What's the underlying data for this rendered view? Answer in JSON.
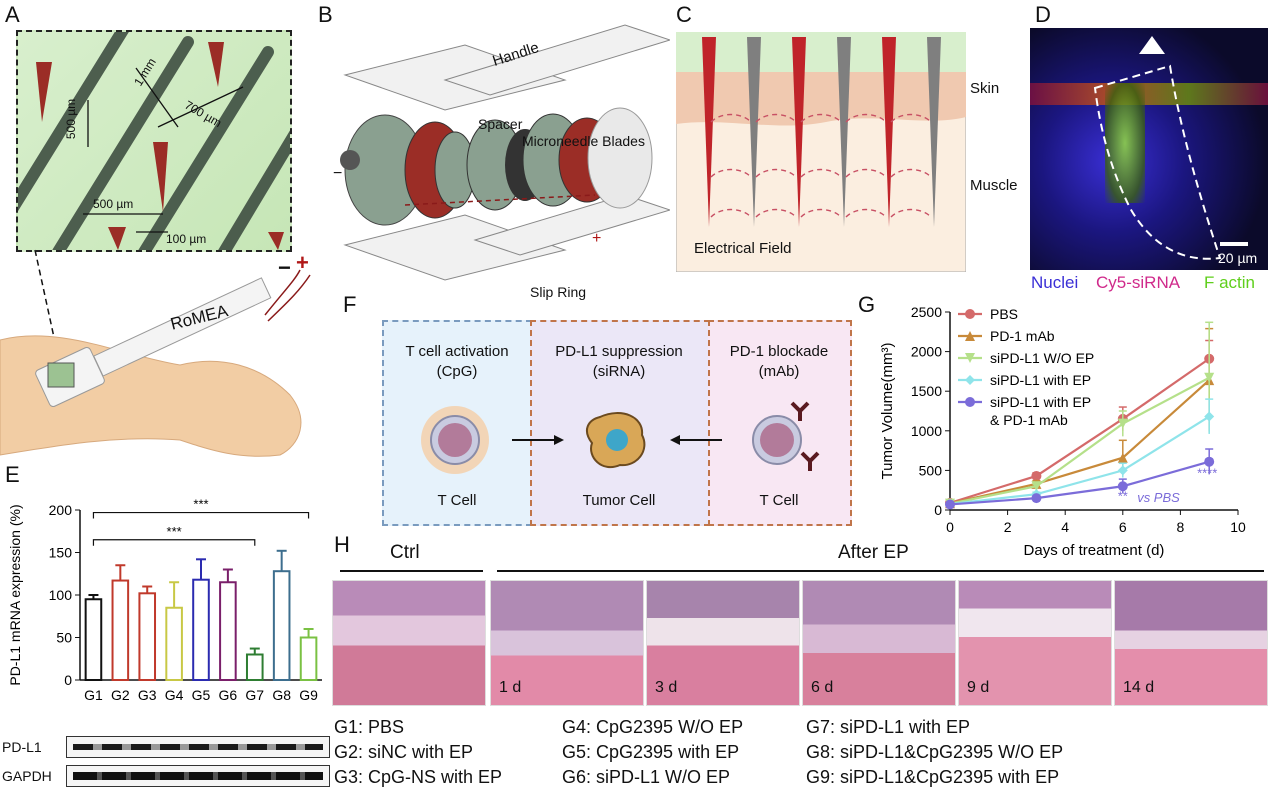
{
  "panels": {
    "A": "A",
    "B": "B",
    "C": "C",
    "D": "D",
    "E": "E",
    "F": "F",
    "G": "G",
    "H": "H"
  },
  "panelA": {
    "dims": [
      "1 mm",
      "500 µm",
      "700 µm",
      "500 µm",
      "100 µm"
    ],
    "device": "RoMEA",
    "minus": "−",
    "plus": "+"
  },
  "panelB": {
    "labels": [
      "Handle",
      "Spacer",
      "Microneedle Blades",
      "Slip Ring"
    ],
    "plus": "+",
    "minus": "−"
  },
  "panelC": {
    "skin": "Skin",
    "muscle": "Muscle",
    "field": "Electrical Field"
  },
  "panelD": {
    "scale": "20 µm",
    "legend": [
      {
        "text": "Nuclei",
        "color": "#3a2fd6"
      },
      {
        "text": "Cy5-siRNA",
        "color": "#d02a8b"
      },
      {
        "text": "F actin",
        "color": "#5fcf1c"
      }
    ]
  },
  "panelF": {
    "boxes": [
      {
        "title": "T cell activation\n(CpG)",
        "cell": "T Cell"
      },
      {
        "title": "PD-L1 suppression\n(siRNA)",
        "cell": "Tumor Cell"
      },
      {
        "title": "PD-1 blockade\n(mAb)",
        "cell": "T Cell"
      }
    ]
  },
  "panelH": {
    "ctrl": "Ctrl",
    "after": "After EP",
    "days": [
      "1 d",
      "3 d",
      "6 d",
      "9 d",
      "14 d"
    ]
  },
  "groups": [
    "G1: PBS",
    "G2: siNC with EP",
    "G3: CpG-NS with EP",
    "G4: CpG2395 W/O EP",
    "G5: CpG2395 with EP",
    "G6: siPD-L1 W/O EP",
    "G7: siPD-L1 with EP",
    "G8: siPD-L1&CpG2395 W/O EP",
    "G9: siPD-L1&CpG2395 with EP"
  ],
  "blot": {
    "rows": [
      "PD-L1",
      "GAPDH"
    ]
  },
  "chart_data": [
    {
      "type": "bar",
      "panel": "E",
      "categories": [
        "G1",
        "G2",
        "G3",
        "G4",
        "G5",
        "G6",
        "G7",
        "G8",
        "G9"
      ],
      "values": [
        95,
        117,
        102,
        85,
        118,
        115,
        30,
        128,
        50
      ],
      "errors": [
        5,
        18,
        8,
        30,
        24,
        15,
        7,
        24,
        10
      ],
      "colors": [
        "#111111",
        "#c0392b",
        "#c0392b",
        "#c8c845",
        "#2b2bb0",
        "#7a1f6a",
        "#2e7d32",
        "#3d6e8e",
        "#7ac143"
      ],
      "ylabel": "PD-L1 mRNA expression (%)",
      "ylim": [
        0,
        200
      ],
      "yticks": [
        0,
        50,
        100,
        150,
        200
      ],
      "annotations": [
        {
          "from": "G1",
          "to": "G7",
          "text": "***"
        },
        {
          "from": "G1",
          "to": "G9",
          "text": "***"
        }
      ]
    },
    {
      "type": "line",
      "panel": "G",
      "x": [
        0,
        3,
        6,
        9
      ],
      "series": [
        {
          "name": "PBS",
          "values": [
            90,
            430,
            1150,
            1910
          ],
          "errors": [
            10,
            40,
            150,
            230
          ],
          "color": "#d46a6a",
          "marker": "circle"
        },
        {
          "name": "PD-1 mAb",
          "values": [
            85,
            330,
            660,
            1640
          ],
          "errors": [
            10,
            40,
            220,
            650
          ],
          "color": "#c88a3a",
          "marker": "triangle"
        },
        {
          "name": "siPD-L1 W/O EP",
          "values": [
            80,
            300,
            1090,
            1670
          ],
          "errors": [
            10,
            30,
            160,
            700
          ],
          "color": "#b5e08a",
          "marker": "triangle-down"
        },
        {
          "name": "siPD-L1 with EP",
          "values": [
            75,
            200,
            500,
            1180
          ],
          "errors": [
            10,
            25,
            90,
            220
          ],
          "color": "#8fe4ea",
          "marker": "diamond"
        },
        {
          "name": "siPD-L1 with EP\n& PD-1 mAb",
          "values": [
            70,
            150,
            300,
            610
          ],
          "errors": [
            10,
            20,
            90,
            160
          ],
          "color": "#7b6cd9",
          "marker": "circle"
        }
      ],
      "xlabel": "Days of treatment (d)",
      "ylabel": "Tumor Volume(mm³)",
      "xlim": [
        0,
        10
      ],
      "ylim": [
        0,
        2500
      ],
      "xticks": [
        0,
        2,
        4,
        6,
        8,
        10
      ],
      "yticks": [
        0,
        500,
        1000,
        1500,
        2000,
        2500
      ],
      "annotations": [
        {
          "x": 6,
          "text": "**",
          "color": "#7b6cd9"
        },
        {
          "x": 9,
          "text": "****",
          "color": "#7b6cd9"
        },
        {
          "x": 6.5,
          "text": "vs PBS",
          "color": "#7b6cd9"
        }
      ]
    }
  ]
}
